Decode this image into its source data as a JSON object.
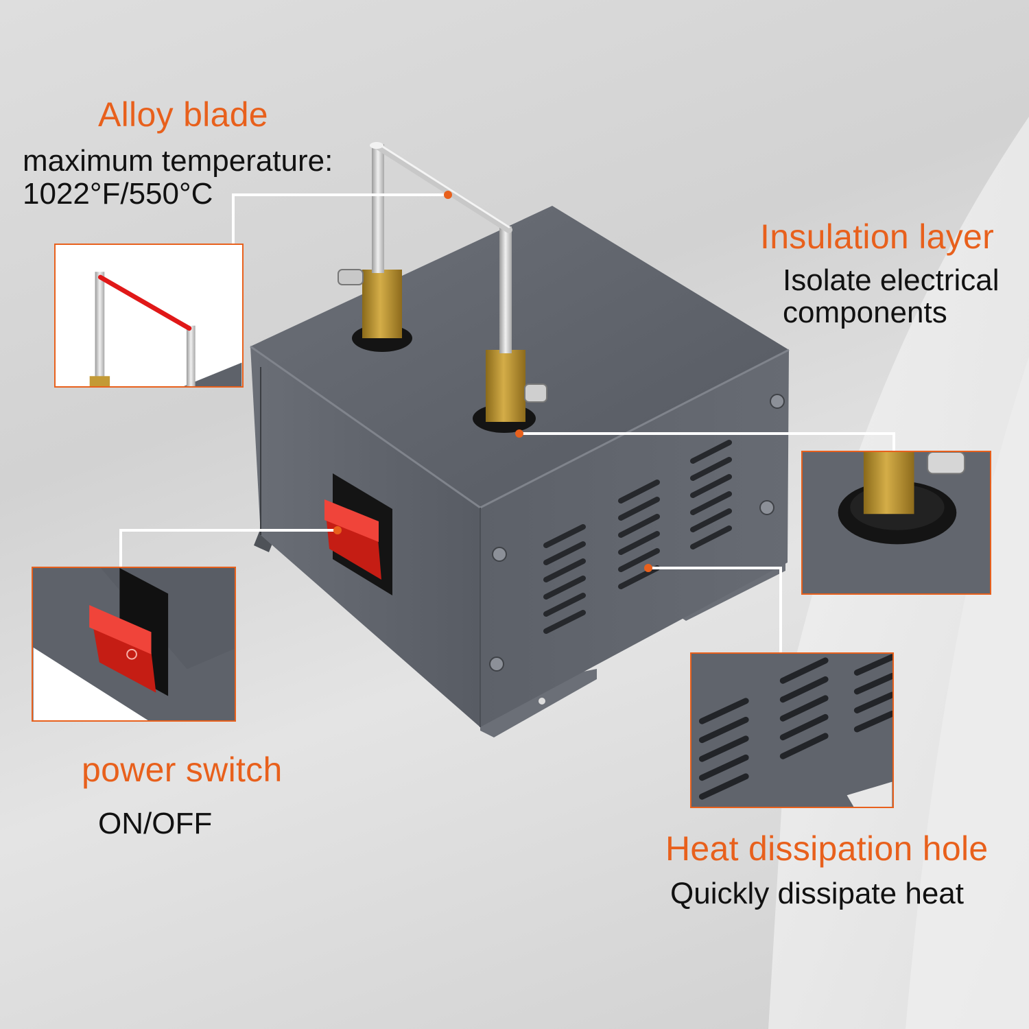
{
  "colors": {
    "accent": "#e8601c",
    "body_gray": "#5c6068",
    "switch_red": "#e8281e",
    "brass": "#b8902a"
  },
  "callouts": {
    "blade": {
      "title": "Alloy blade",
      "desc_line1": "maximum temperature:",
      "desc_line2": "1022°F/550°C"
    },
    "insulation": {
      "title": "Insulation layer",
      "desc_line1": "Isolate electrical",
      "desc_line2": "components"
    },
    "switch": {
      "title": "power switch",
      "desc": "ON/OFF"
    },
    "vent": {
      "title": "Heat dissipation hole",
      "desc": "Quickly dissipate heat"
    }
  }
}
